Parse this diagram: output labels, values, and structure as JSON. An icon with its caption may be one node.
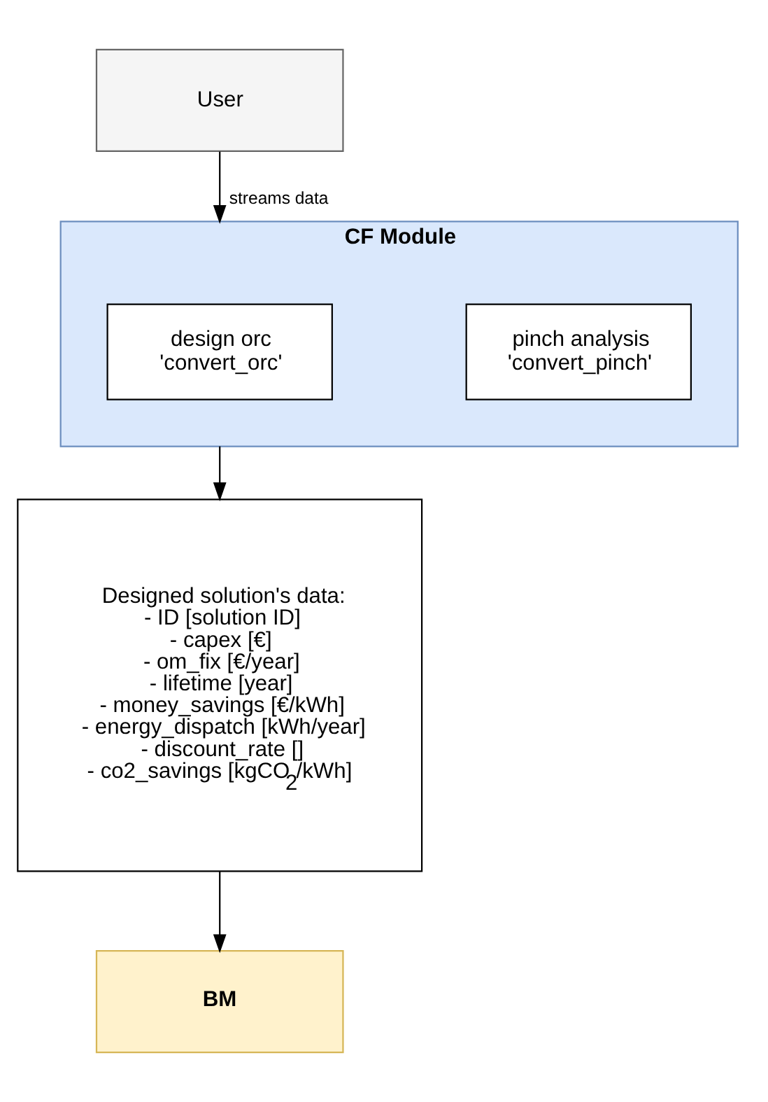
{
  "diagram": {
    "nodes": [
      {
        "text": [
          "User"
        ]
      },
      {
        "text": [
          "CF Module"
        ]
      },
      {
        "text": [
          "design orc",
          "'convert_orc'"
        ],
        "in": 1
      },
      {
        "text": [
          "pinch analysis",
          "'convert_pinch'"
        ],
        "in": 1
      },
      {
        "text": [
          "Designed solution's data:",
          "- ID [solution ID]",
          "- capex [€]",
          "- om_fix [€/year]",
          "- lifetime [year]",
          "- money_savings [€/kWh]",
          "- energy_dispatch [kWh/year]",
          "- discount_rate []",
          "- co2_savings [kgCO$_{2}$/kWh]"
        ]
      },
      {
        "text": [
          "BM"
        ]
      }
    ],
    "edges": [
      {
        "from": 0,
        "to": 1,
        "arrow": "to",
        "label": "streams data"
      },
      {
        "from": 1,
        "to": 4,
        "arrow": "to"
      },
      {
        "from": 4,
        "to": 5,
        "arrow": "to"
      }
    ]
  }
}
